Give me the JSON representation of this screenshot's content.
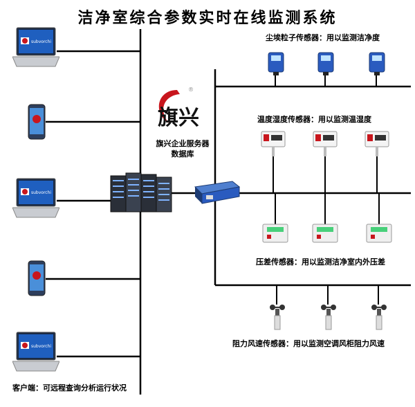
{
  "title": "洁净室综合参数实时在线监测系统",
  "brand": {
    "logo_text": "旗兴",
    "caption_line1": "旗兴企业服务器",
    "caption_line2": "数据库",
    "laptop_badge": "subvorchi"
  },
  "sensors": {
    "dust_label": "尘埃粒子传感器：用以监测洁净度",
    "temp_label": "温度湿度传感器：用以监测温湿度",
    "pressure_label": "压差传感器：用以监测洁净室内外压差",
    "wind_label": "阻力风速传感器：用以监测空调风柜阻力风速"
  },
  "client_label": "客户端：可远程查询分析运行状况",
  "colors": {
    "line": "#000000",
    "accent_red": "#c8161d",
    "sensor_blue": "#2a5bbf",
    "screen_green": "#48d07a"
  }
}
